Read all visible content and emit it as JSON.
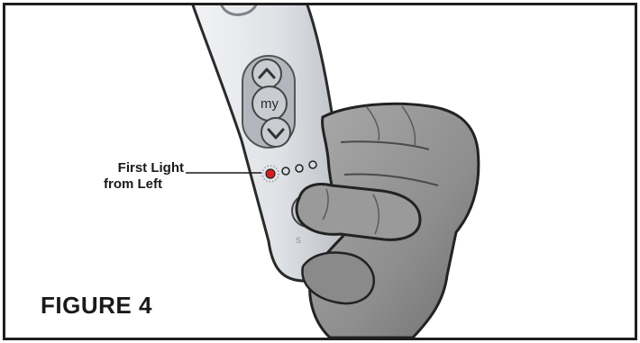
{
  "figure": {
    "title": "FIGURE 4",
    "callout": {
      "line1": "First Light",
      "line2": "from Left"
    }
  },
  "remote": {
    "buttons": {
      "up_icon": "chevron-up-icon",
      "my_label": "my",
      "down_icon": "chevron-down-icon"
    },
    "indicator_lights": {
      "count": 4,
      "active_index": 0,
      "active_color": "#e01b1b"
    },
    "body_color": "#dfe2e6",
    "button_color": "#c9ccd1"
  },
  "hand": {
    "glove_color": "#8e8e8e"
  }
}
